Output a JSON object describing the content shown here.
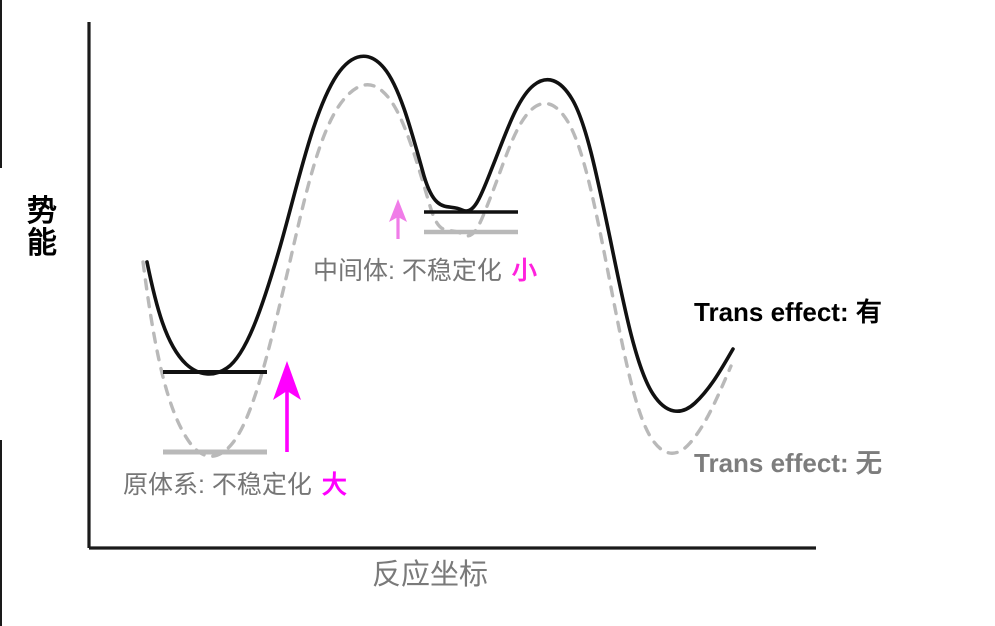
{
  "figure": {
    "background_color": "#ffffff",
    "axis_color": "#1a1a1a",
    "solid_curve_color": "#111111",
    "dashed_curve_color": "#b9b9b9",
    "accent_magenta": "#ff00ff",
    "accent_pink": "#f07ce8",
    "gray_text_color": "#767676",
    "black_text_color": "#000000"
  },
  "axes": {
    "y_title_chars": [
      "势",
      "能"
    ],
    "y_title": "势能",
    "x_title": "反应坐标"
  },
  "annotations": {
    "intermediate": {
      "text": "中间体: 不稳定化",
      "accent": "小"
    },
    "reactant": {
      "text": "原体系: 不稳定化",
      "accent": "大"
    },
    "trans_effect_with": "Trans effect: 有",
    "trans_effect_without": "Trans effect: 无"
  },
  "chart_data": {
    "type": "line",
    "title": "",
    "xlabel": "反应坐标",
    "ylabel": "势能",
    "grid": false,
    "legend": [
      {
        "name": "Trans effect: 有",
        "style": "solid",
        "color": "#111111"
      },
      {
        "name": "Trans effect: 无",
        "style": "dashed",
        "color": "#b9b9b9"
      }
    ],
    "series": [
      {
        "name": "Trans effect: 有",
        "style": "solid",
        "description": "实线势能面（有反式效应）：原体系与中间体均被不稳定化上移",
        "features": [
          {
            "label": "原体系极小",
            "x": 0.14,
            "y": 0.41
          },
          {
            "label": "第一过渡态",
            "x": 0.38,
            "y": 0.97
          },
          {
            "label": "中间体极小",
            "x": 0.5,
            "y": 0.64
          },
          {
            "label": "第二过渡态",
            "x": 0.62,
            "y": 0.86
          },
          {
            "label": "产物极小",
            "x": 0.86,
            "y": 0.33
          }
        ]
      },
      {
        "name": "Trans effect: 无",
        "style": "dashed",
        "description": "虚线势能面（无反式效应）：基准曲线，极小点更低",
        "features": [
          {
            "label": "原体系极小",
            "x": 0.14,
            "y": 0.26
          },
          {
            "label": "第一过渡态",
            "x": 0.38,
            "y": 0.93
          },
          {
            "label": "中间体极小",
            "x": 0.5,
            "y": 0.59
          },
          {
            "label": "第二过渡态",
            "x": 0.62,
            "y": 0.82
          },
          {
            "label": "产物极小",
            "x": 0.86,
            "y": 0.24
          }
        ]
      }
    ],
    "level_markers": [
      {
        "name": "原体系-实线能级",
        "color": "#111111",
        "y": 0.41
      },
      {
        "name": "原体系-虚线能级",
        "color": "#b9b9b9",
        "y": 0.26
      },
      {
        "name": "中间体-实线能级",
        "color": "#111111",
        "y": 0.64
      },
      {
        "name": "中间体-虚线能级",
        "color": "#b9b9b9",
        "y": 0.59
      }
    ],
    "destabilization_arrows": [
      {
        "name": "原体系不稳定化",
        "magnitude": "大",
        "color": "#ff00ff"
      },
      {
        "name": "中间体不稳定化",
        "magnitude": "小",
        "color": "#f07ce8"
      }
    ]
  }
}
